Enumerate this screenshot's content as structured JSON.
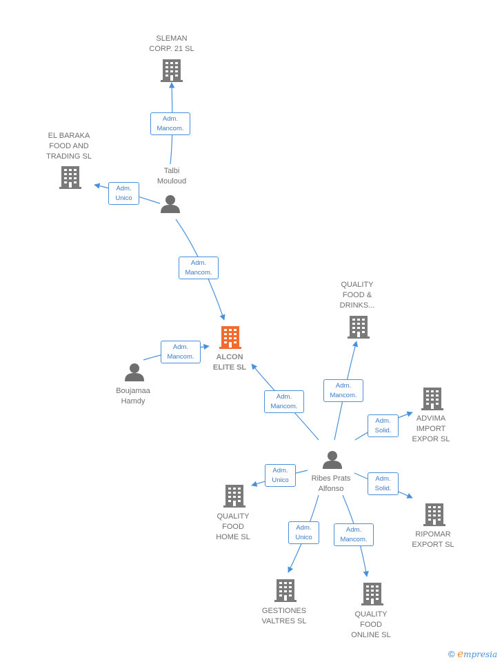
{
  "nodes": {
    "sleman": "SLEMAN\nCORP.  21 SL",
    "elbaraka": "EL BARAKA\nFOOD AND\nTRADING  SL",
    "talbi": "Talbi\nMouloud",
    "quality_drinks": "QUALITY\nFOOD &\nDRINKS...",
    "alcon": "ALCON\nELITE  SL",
    "boujamaa": "Boujamaa\nHamdy",
    "advima": "ADVIMA\nIMPORT\nEXPOR SL",
    "ribes": "Ribes Prats\nAlfonso",
    "quality_home": "QUALITY\nFOOD\nHOME  SL",
    "ripomar": "RIPOMAR\nEXPORT SL",
    "gestiones": "GESTIONES\nVALTRES  SL",
    "quality_online": "QUALITY\nFOOD\nONLINE  SL"
  },
  "edges": {
    "talbi_sleman": "Adm.\nMancom.",
    "talbi_elbaraka": "Adm.\nUnico",
    "talbi_alcon": "Adm.\nMancom.",
    "boujamaa_alcon": "Adm.\nMancom.",
    "ribes_alcon": "Adm.\nMancom.",
    "ribes_quality_drinks": "Adm.\nMancom.",
    "ribes_advima": "Adm.\nSolid.",
    "ribes_quality_home": "Adm.\nUnico",
    "ribes_ripomar": "Adm.\nSolid.",
    "ribes_gestiones": "Adm.\nUnico",
    "ribes_quality_online": "Adm.\nMancom."
  },
  "footer": {
    "copyright": "©",
    "brand_initial": "e",
    "brand_rest": "mpresia"
  },
  "colors": {
    "line": "#4a90d9",
    "building": "#7a7a7a",
    "focus_building": "#f26a2e",
    "person": "#6e6e6e"
  }
}
